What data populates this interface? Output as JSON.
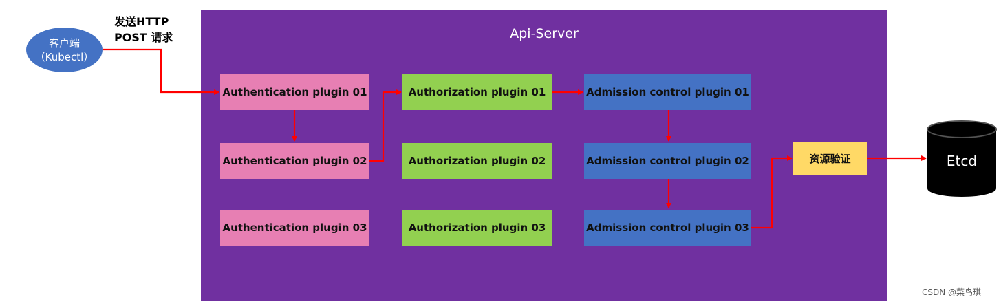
{
  "client": {
    "line1": "客户端",
    "line2": "（Kubectl）"
  },
  "request": {
    "line1": "发送HTTP",
    "line2": "POST 请求"
  },
  "server": {
    "title": "Api-Server"
  },
  "authentication": [
    "Authentication plugin 01",
    "Authentication plugin 02",
    "Authentication plugin 03"
  ],
  "authorization": [
    "Authorization plugin 01",
    "Authorization plugin 02",
    "Authorization plugin 03"
  ],
  "admission": [
    "Admission control plugin 01",
    "Admission control plugin 02",
    "Admission control plugin 03"
  ],
  "validation": {
    "label": "资源验证"
  },
  "database": {
    "label": "Etcd"
  },
  "watermark": "CSDN @菜鸟琪",
  "colors": {
    "server": "#7030a0",
    "authentication": "#e77fb3",
    "authorization": "#92d050",
    "admission": "#4472c4",
    "validation": "#ffd966",
    "arrow": "#ff0000",
    "database": "#000000"
  }
}
